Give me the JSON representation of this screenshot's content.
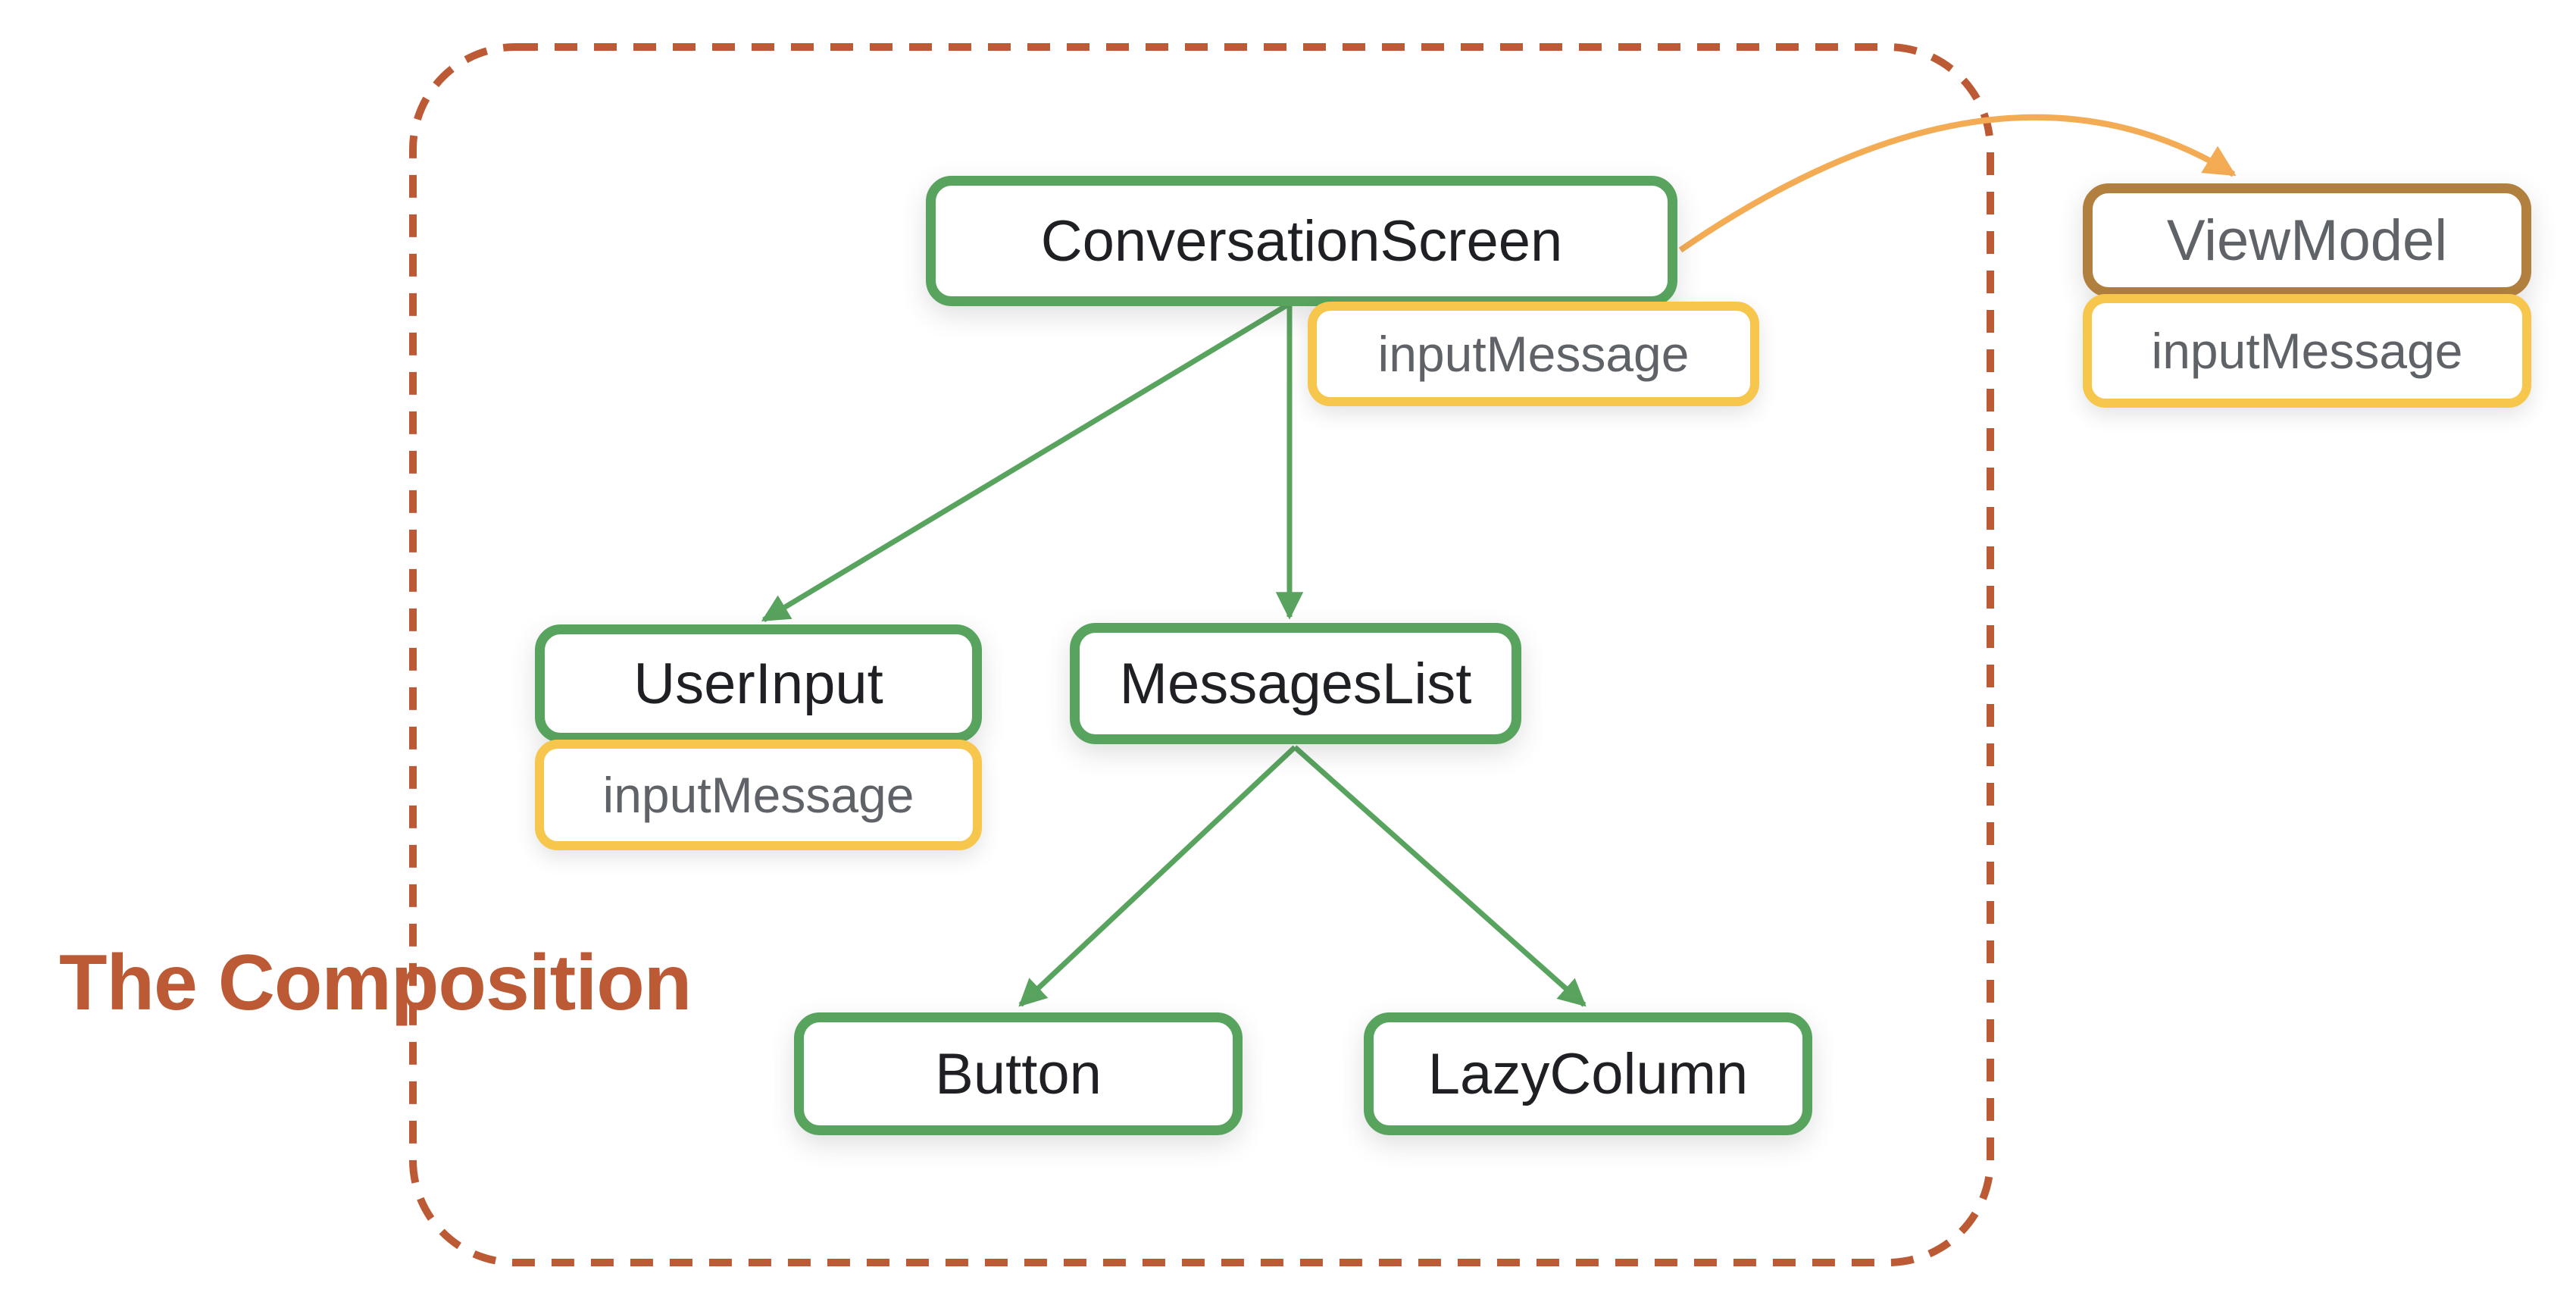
{
  "title": "The Composition",
  "colors": {
    "composable_border": "#58a35e",
    "state_border": "#f7c64c",
    "viewmodel_border": "#b17f3e",
    "state_flow_arrow": "#f3ab54",
    "composition_outline": "#bc5a35",
    "title_text": "#bc5a35",
    "node_label_text": "#1f2023",
    "state_label_text": "#5f6368"
  },
  "nodes": {
    "conversation_screen": {
      "label": "ConversationScreen",
      "state": "inputMessage"
    },
    "user_input": {
      "label": "UserInput",
      "state": "inputMessage"
    },
    "messages_list": {
      "label": "MessagesList"
    },
    "button": {
      "label": "Button"
    },
    "lazy_column": {
      "label": "LazyColumn"
    },
    "view_model": {
      "label": "ViewModel",
      "state": "inputMessage"
    }
  },
  "edges": [
    {
      "from": "ConversationScreen",
      "to": "UserInput",
      "type": "composition"
    },
    {
      "from": "ConversationScreen",
      "to": "MessagesList",
      "type": "composition"
    },
    {
      "from": "MessagesList",
      "to": "Button",
      "type": "composition"
    },
    {
      "from": "MessagesList",
      "to": "LazyColumn",
      "type": "composition"
    },
    {
      "from": "ConversationScreen",
      "to": "ViewModel",
      "type": "state-flow"
    }
  ]
}
